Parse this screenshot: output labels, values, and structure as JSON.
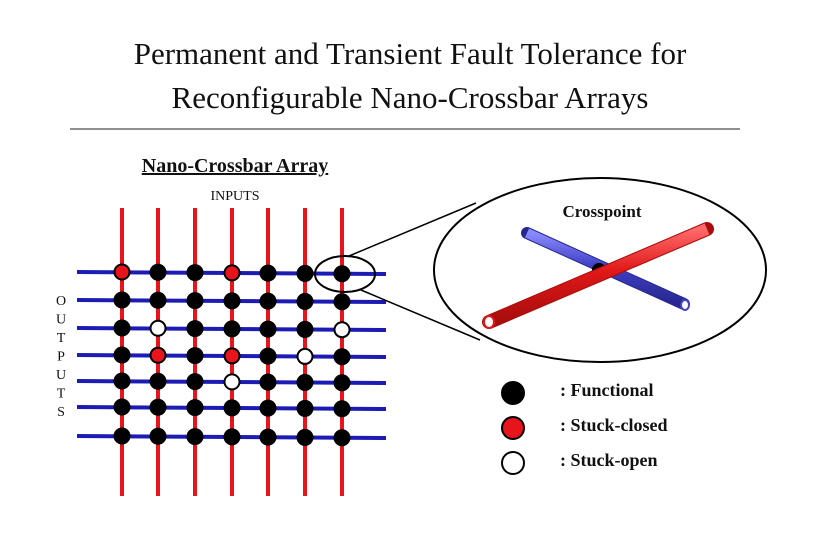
{
  "title": {
    "line1": "Permanent and Transient Fault Tolerance for",
    "line2": "Reconfigurable Nano-Crossbar Arrays"
  },
  "array": {
    "label": "Nano-Crossbar Array",
    "inputs_label": "INPUTS",
    "outputs_letters": [
      "O",
      "U",
      "T",
      "P",
      "U",
      "T",
      "S"
    ],
    "rows": 7,
    "cols": 7,
    "crosspoints": [
      [
        "C",
        "F",
        "F",
        "C",
        "F",
        "F",
        "F"
      ],
      [
        "F",
        "F",
        "F",
        "F",
        "F",
        "F",
        "F"
      ],
      [
        "F",
        "O",
        "F",
        "F",
        "F",
        "F",
        "O"
      ],
      [
        "F",
        "C",
        "F",
        "C",
        "F",
        "O",
        "F"
      ],
      [
        "F",
        "F",
        "F",
        "O",
        "F",
        "F",
        "F"
      ],
      [
        "F",
        "F",
        "F",
        "F",
        "F",
        "F",
        "F"
      ],
      [
        "F",
        "F",
        "F",
        "F",
        "F",
        "F",
        "F"
      ]
    ]
  },
  "zoom": {
    "label": "Crosspoint"
  },
  "legend": {
    "items": [
      {
        "state": "F",
        "label": ": Functional"
      },
      {
        "state": "C",
        "label": ": Stuck-closed"
      },
      {
        "state": "O",
        "label": ": Stuck-open"
      }
    ]
  },
  "colors": {
    "vertical_wire": "#e8141c",
    "horizontal_wire": "#1c1cb4",
    "functional": "#000000",
    "stuck_closed": "#e8141c",
    "stuck_open_fill": "#ffffff",
    "zoom_red": "#e01818",
    "zoom_blue": "#4242c8"
  }
}
